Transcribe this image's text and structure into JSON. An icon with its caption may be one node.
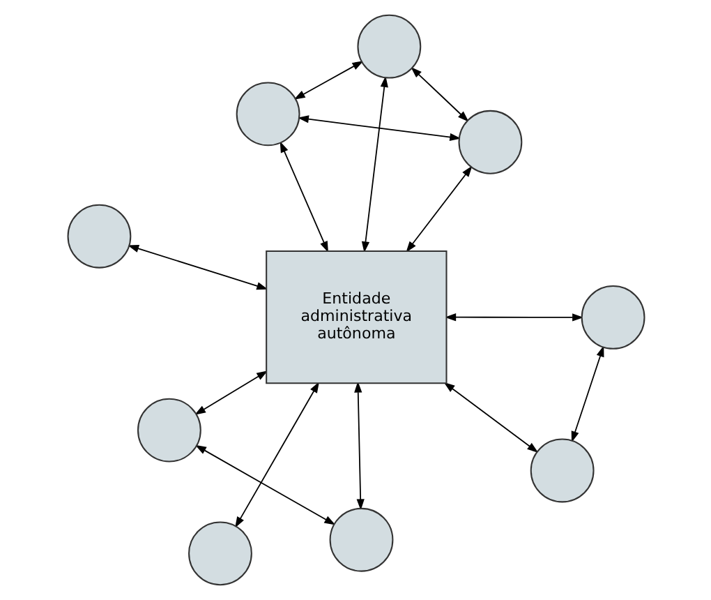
{
  "diagram": {
    "nodes": [
      {
        "text": [],
        "shape": "circle"
      },
      {
        "text": [],
        "shape": "circle"
      },
      {
        "text": [],
        "shape": "circle"
      },
      {
        "text": [],
        "shape": "circle"
      },
      {
        "text": [
          "Entidade administrativa autônoma"
        ]
      },
      {
        "text": [],
        "shape": "circle"
      },
      {
        "text": [],
        "shape": "circle"
      },
      {
        "text": [],
        "shape": "circle"
      },
      {
        "text": [],
        "shape": "circle"
      },
      {
        "text": [],
        "shape": "circle"
      }
    ],
    "edges": [
      {
        "from": 0,
        "to": 1,
        "arrow": "both"
      },
      {
        "from": 0,
        "to": 5,
        "arrow": "both"
      },
      {
        "from": 0,
        "to": 4,
        "arrow": "both"
      },
      {
        "from": 5,
        "to": 1,
        "arrow": "both"
      },
      {
        "from": 1,
        "to": 4,
        "arrow": "both"
      },
      {
        "from": 2,
        "to": 4,
        "arrow": "both"
      },
      {
        "from": 2,
        "to": 3,
        "arrow": "both"
      },
      {
        "from": 3,
        "to": 4,
        "arrow": "both"
      },
      {
        "from": 5,
        "to": 4,
        "arrow": "both"
      },
      {
        "from": 4,
        "to": 6,
        "arrow": "both"
      },
      {
        "from": 7,
        "to": 4,
        "arrow": "both"
      },
      {
        "from": 7,
        "to": 9,
        "arrow": "both"
      },
      {
        "from": 4,
        "to": 8,
        "arrow": "both"
      },
      {
        "from": 4,
        "to": 9,
        "arrow": "both"
      }
    ]
  }
}
